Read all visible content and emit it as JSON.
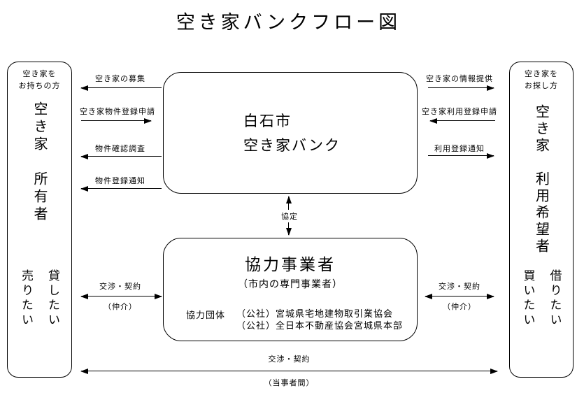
{
  "title": "空き家バンクフロー図",
  "colors": {
    "ink": "#000000",
    "background": "#ffffff"
  },
  "owner_box": {
    "header": "空き家を\nお持ちの方",
    "role": "空き家　所有者",
    "wants": [
      "貸したい",
      "売りたい"
    ]
  },
  "seeker_box": {
    "header": "空き家を\nお探し方",
    "role": "空き家　利用希望者",
    "wants": [
      "借りたい",
      "買いたい"
    ]
  },
  "bank_box": {
    "line1": "白石市",
    "line2": "空き家バンク"
  },
  "partner_box": {
    "title": "協力事業者",
    "subtitle": "（市内の専門事業者）",
    "group_label": "協力団体",
    "groups": [
      "（公社）宮城県宅地建物取引業協会",
      "（公社）全日本不動産協会宮城県本部"
    ]
  },
  "arrows": {
    "owner_side": [
      {
        "label": "空き家の募集",
        "direction": "to-owner"
      },
      {
        "label": "空き家物件登録申請",
        "direction": "to-bank"
      },
      {
        "label": "物件確認調査",
        "direction": "to-owner"
      },
      {
        "label": "物件登録通知",
        "direction": "to-owner"
      }
    ],
    "seeker_side": [
      {
        "label": "空き家の情報提供",
        "direction": "to-seeker"
      },
      {
        "label": "空き家利用登録申請",
        "direction": "to-bank"
      },
      {
        "label": "利用登録通知",
        "direction": "to-seeker"
      }
    ],
    "agreement": {
      "label": "協定",
      "direction": "both"
    },
    "owner_negotiation": {
      "label": "交渉・契約",
      "sublabel": "（仲介）",
      "direction": "both"
    },
    "seeker_negotiation": {
      "label": "交渉・契約",
      "sublabel": "（仲介）",
      "direction": "both"
    },
    "direct_negotiation": {
      "label": "交渉・契約",
      "sublabel": "（当事者間）",
      "direction": "both"
    }
  }
}
